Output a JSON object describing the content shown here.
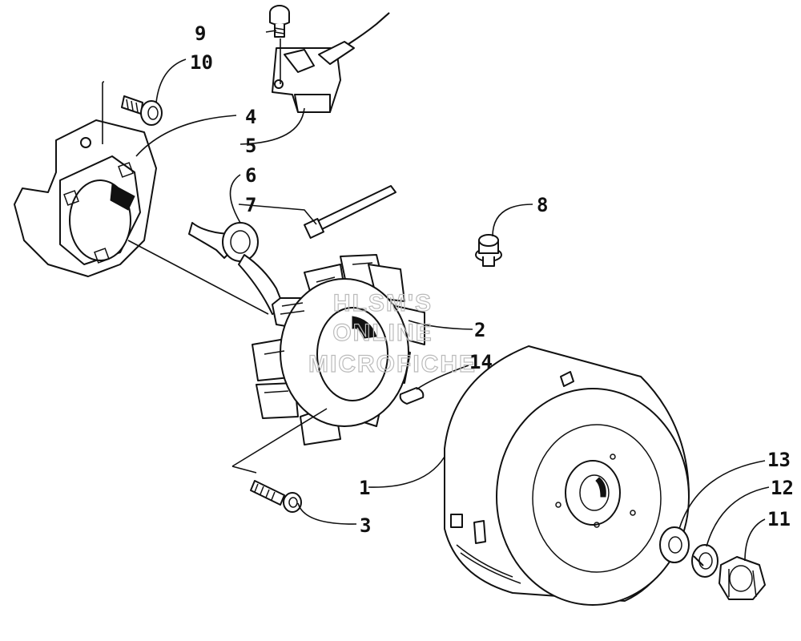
{
  "watermark": {
    "line1": "HLSM'S",
    "line2": "ONLINE",
    "line3": "MICROFICHE"
  },
  "callouts": {
    "c1": "1",
    "c2": "2",
    "c3": "3",
    "c4": "4",
    "c5": "5",
    "c6": "6",
    "c7": "7",
    "c8": "8",
    "c9": "9",
    "c10": "10",
    "c11": "11",
    "c12": "12",
    "c13": "13",
    "c14": "14"
  },
  "colors": {
    "ink": "#111111",
    "paper": "#ffffff",
    "watermark": "#bbbbbb"
  }
}
